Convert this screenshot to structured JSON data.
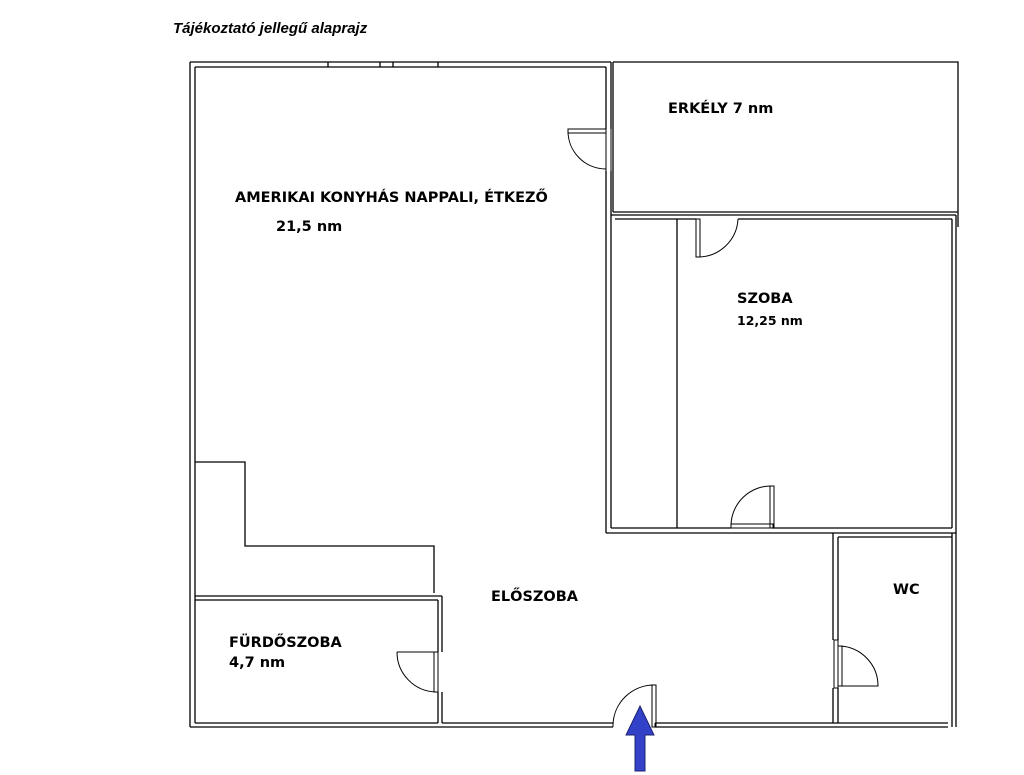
{
  "caption": "Tájékoztató jellegű alaprajz",
  "rooms": {
    "living": {
      "name": "AMERIKAI KONYHÁS NAPPALI, ÉTKEZŐ",
      "area": "21,5 nm"
    },
    "balcony": {
      "name": "ERKÉLY 7 nm"
    },
    "bedroom": {
      "name": "SZOBA",
      "area": "12,25 nm"
    },
    "hall": {
      "name": "ELŐSZOBA"
    },
    "wc": {
      "name": "WC"
    },
    "bathroom": {
      "name": "FÜRDŐSZOBA",
      "area": "4,7 nm"
    }
  },
  "colors": {
    "wall": "#000000",
    "entrance_arrow": "#3340c8",
    "arrow_outline": "#1c2370"
  },
  "icons": {
    "entrance": "up-arrow-icon",
    "door": "door-swing-icon"
  }
}
